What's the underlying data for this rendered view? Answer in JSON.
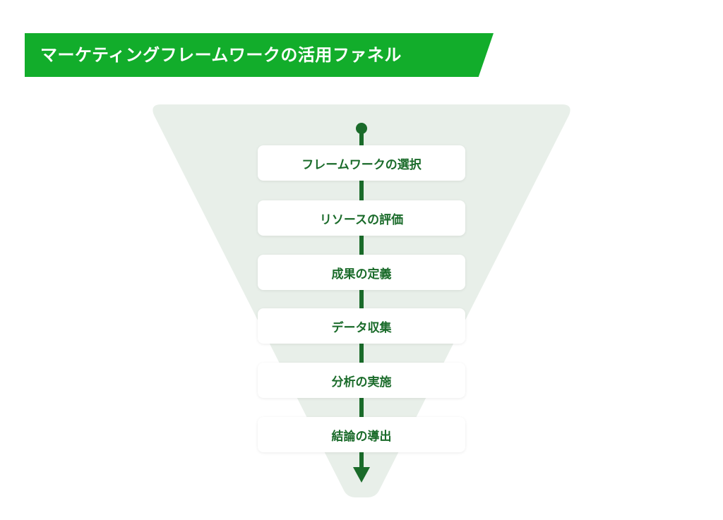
{
  "title": "マーケティングフレームワークの活用ファネル",
  "colors": {
    "banner": "#12ad2b",
    "funnel_fill": "#e8efe9",
    "arrow": "#1a6b2a",
    "step_text": "#1a6b2a"
  },
  "steps": [
    {
      "label": "フレームワークの選択"
    },
    {
      "label": "リソースの評価"
    },
    {
      "label": "成果の定義"
    },
    {
      "label": "データ収集"
    },
    {
      "label": "分析の実施"
    },
    {
      "label": "結論の導出"
    }
  ]
}
